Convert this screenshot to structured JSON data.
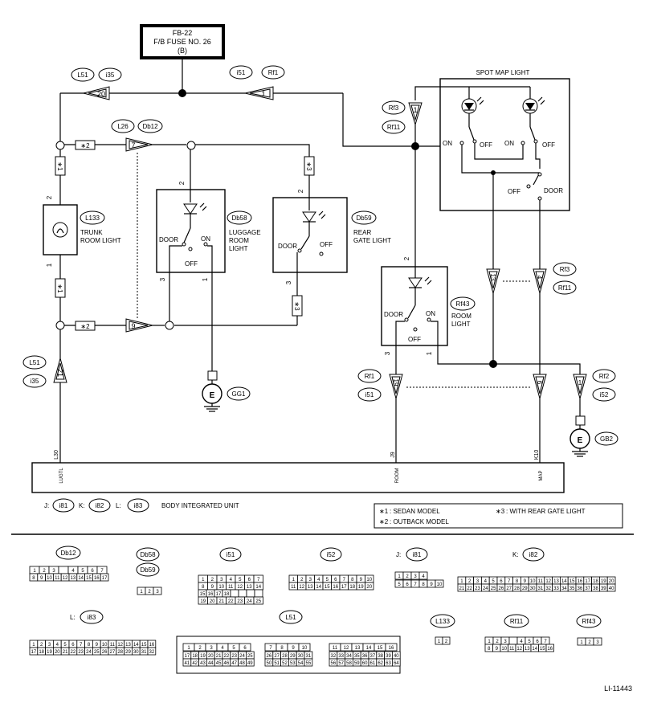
{
  "fuse": {
    "line1": "FB-22",
    "line2": "F/B FUSE NO. 26",
    "line3": "(B)"
  },
  "connectors": {
    "L51": "L51",
    "i35": "i35",
    "i51": "i51",
    "Rf1": "Rf1",
    "L26": "L26",
    "Db12": "Db12",
    "Rf3": "Rf3",
    "Rf11": "Rf11",
    "Db58": "Db58",
    "Db59": "Db59",
    "Rf43": "Rf43",
    "Rf2": "Rf2",
    "i52": "i52",
    "GG1": "GG1",
    "GB2": "GB2",
    "L133": "L133"
  },
  "pins": {
    "p20": "20",
    "p1": "1",
    "p7": "7",
    "p9": "9",
    "p21": "21",
    "p2": "2",
    "p3": "3",
    "p13": "13",
    "p4": "4",
    "p19": "19",
    "p6": "6",
    "star1": "∗1",
    "star2": "∗2",
    "star3": "∗3"
  },
  "components": {
    "trunk": [
      "TRUNK",
      "ROOM LIGHT"
    ],
    "luggage": [
      "LUGGAGE",
      "ROOM",
      "LIGHT"
    ],
    "rear_gate": [
      "REAR",
      "GATE LIGHT"
    ],
    "room": [
      "ROOM",
      "LIGHT"
    ],
    "spot_map": "SPOT MAP LIGHT"
  },
  "switch": {
    "door": "DOOR",
    "on": "ON",
    "off": "OFF"
  },
  "ground": "E",
  "unit": {
    "name": "BODY INTEGRATED UNIT",
    "j": "J:",
    "k": "K:",
    "l": "L:",
    "i81": "i81",
    "i82": "i82",
    "i83": "i83",
    "l30": "L30",
    "j9": "J9",
    "k10": "K10",
    "lugtl": "LUGTL",
    "room": "ROOM",
    "map": "MAP"
  },
  "notes": {
    "n1": ": SEDAN MODEL",
    "n2": ": OUTBACK MODEL",
    "n3": ": WITH REAR GATE LIGHT"
  },
  "connector_views": {
    "db12": {
      "label": "Db12",
      "row1": [
        "1",
        "2",
        "3",
        "",
        "4",
        "5",
        "6",
        "7"
      ],
      "row2": [
        "8",
        "9",
        "10",
        "11",
        "12",
        "13",
        "14",
        "15",
        "16",
        "17"
      ]
    },
    "db58": {
      "label": "Db58",
      "label2": "Db59",
      "row": [
        "1",
        "2",
        "3"
      ]
    },
    "i51": {
      "label": "i51",
      "row1": [
        "1",
        "2",
        "3",
        "4",
        "5",
        "6",
        "7"
      ],
      "row2": [
        "8",
        "9",
        "10",
        "11",
        "12",
        "13",
        "14"
      ],
      "row3": [
        "15",
        "16",
        "17",
        "18",
        "",
        "",
        "",
        ""
      ],
      "row4": [
        "19",
        "20",
        "21",
        "22",
        "23",
        "24",
        "25"
      ]
    },
    "i52": {
      "label": "i52",
      "row1": [
        "1",
        "2",
        "3",
        "4",
        "5",
        "6",
        "7",
        "8",
        "9",
        "10"
      ],
      "row2": [
        "11",
        "12",
        "13",
        "14",
        "15",
        "16",
        "17",
        "18",
        "19",
        "20"
      ]
    },
    "i81": {
      "label": "i81",
      "prefix": "J:",
      "row1": [
        "1",
        "2",
        "3",
        "4"
      ],
      "row2": [
        "5",
        "6",
        "7",
        "8",
        "9",
        "10"
      ]
    },
    "i82": {
      "label": "i82",
      "prefix": "K:",
      "row1": [
        "1",
        "2",
        "3",
        "4",
        "5",
        "6",
        "7",
        "8",
        "9",
        "10",
        "11",
        "12",
        "13",
        "14",
        "15",
        "16",
        "17",
        "18",
        "19",
        "20"
      ],
      "row2": [
        "21",
        "22",
        "23",
        "24",
        "25",
        "26",
        "27",
        "28",
        "29",
        "30",
        "31",
        "32",
        "33",
        "34",
        "35",
        "36",
        "37",
        "38",
        "39",
        "40"
      ]
    },
    "i83": {
      "label": "i83",
      "prefix": "L:",
      "row1": [
        "1",
        "2",
        "3",
        "4",
        "5",
        "6",
        "7",
        "8",
        "9",
        "10",
        "11",
        "12",
        "13",
        "14",
        "15",
        "16"
      ],
      "row2": [
        "17",
        "18",
        "19",
        "20",
        "21",
        "22",
        "23",
        "24",
        "25",
        "26",
        "27",
        "28",
        "29",
        "30",
        "31",
        "32"
      ]
    },
    "l51": {
      "label": "L51",
      "row1a": [
        "1",
        "2",
        "3",
        "4",
        "5",
        "6"
      ],
      "row1b": [
        "7",
        "8",
        "9",
        "10"
      ],
      "row1c": [
        "11",
        "12",
        "13",
        "14",
        "15",
        "16"
      ],
      "row2a": [
        "17",
        "18",
        "19",
        "20",
        "21",
        "22",
        "23",
        "24",
        "25"
      ],
      "row2b": [
        "26",
        "27",
        "28",
        "29",
        "30",
        "31"
      ],
      "row2c": [
        "32",
        "33",
        "34",
        "35",
        "36",
        "37",
        "38",
        "39",
        "40"
      ],
      "row3a": [
        "41",
        "42",
        "43",
        "44",
        "45",
        "46",
        "47",
        "48",
        "49"
      ],
      "row3b": [
        "50",
        "51",
        "52",
        "53",
        "54",
        "55"
      ],
      "row3c": [
        "56",
        "57",
        "58",
        "59",
        "60",
        "61",
        "62",
        "63",
        "64"
      ]
    },
    "l133": {
      "label": "L133",
      "row": [
        "1",
        "2"
      ]
    },
    "rf11": {
      "label": "Rf11",
      "row1": [
        "1",
        "2",
        "3",
        "",
        "4",
        "5",
        "6",
        "7"
      ],
      "row2": [
        "8",
        "9",
        "10",
        "11",
        "12",
        "13",
        "14",
        "15",
        "16"
      ]
    },
    "rf43": {
      "label": "Rf43",
      "row": [
        "1",
        "2",
        "3"
      ]
    }
  },
  "figure_id": "LI-11443"
}
